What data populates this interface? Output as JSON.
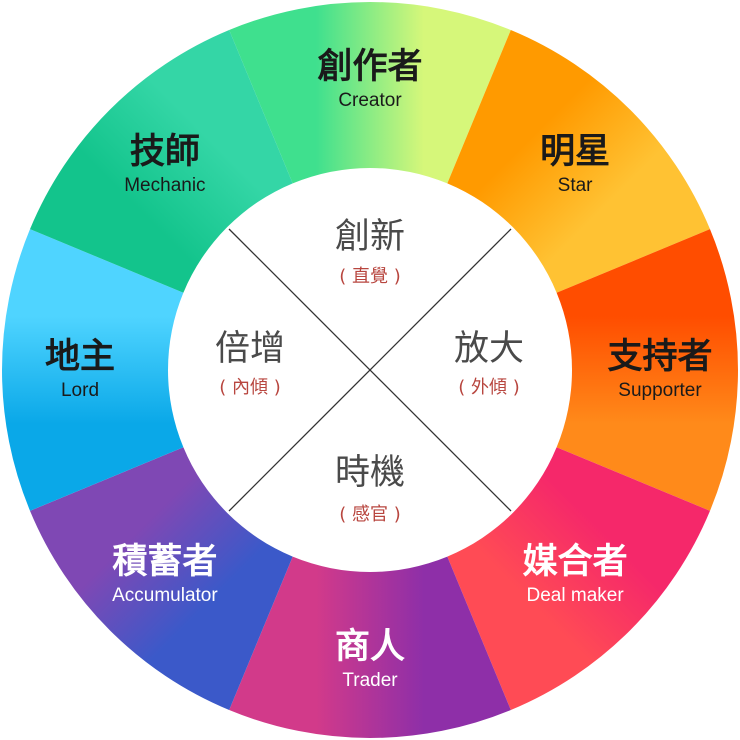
{
  "wheel": {
    "segments": [
      {
        "name_cn": "創作者",
        "name_en": "Creator",
        "color_a": "#3fe08e",
        "color_b": "#d6f77a",
        "text_color": "#1a1a1a"
      },
      {
        "name_cn": "明星",
        "name_en": "Star",
        "color_a": "#ff9a00",
        "color_b": "#ffc233",
        "text_color": "#1a1a1a"
      },
      {
        "name_cn": "支持者",
        "name_en": "Supporter",
        "color_a": "#ff4d00",
        "color_b": "#ff8a1a",
        "text_color": "#1a1a1a"
      },
      {
        "name_cn": "媒合者",
        "name_en": "Deal maker",
        "color_a": "#f5286a",
        "color_b": "#ff4b55",
        "text_color": "#ffffff"
      },
      {
        "name_cn": "商人",
        "name_en": "Trader",
        "color_a": "#8e2fa8",
        "color_b": "#d23a8a",
        "text_color": "#ffffff"
      },
      {
        "name_cn": "積蓄者",
        "name_en": "Accumulator",
        "color_a": "#3b59c9",
        "color_b": "#7f48b4",
        "text_color": "#ffffff"
      },
      {
        "name_cn": "地主",
        "name_en": "Lord",
        "color_a": "#0aa8e8",
        "color_b": "#4fd4ff",
        "text_color": "#1a1a1a"
      },
      {
        "name_cn": "技師",
        "name_en": "Mechanic",
        "color_a": "#13c48c",
        "color_b": "#34d6a6",
        "text_color": "#1a1a1a"
      }
    ],
    "quadrants": [
      {
        "position": "top",
        "title": "創新",
        "subtitle": "( 直覺 )"
      },
      {
        "position": "right",
        "title": "放大",
        "subtitle": "( 外傾 )"
      },
      {
        "position": "bottom",
        "title": "時機",
        "subtitle": "( 感官 )"
      },
      {
        "position": "left",
        "title": "倍增",
        "subtitle": "( 內傾 )"
      }
    ],
    "inner_fill": "#ffffff",
    "divider_color": "#333333"
  }
}
